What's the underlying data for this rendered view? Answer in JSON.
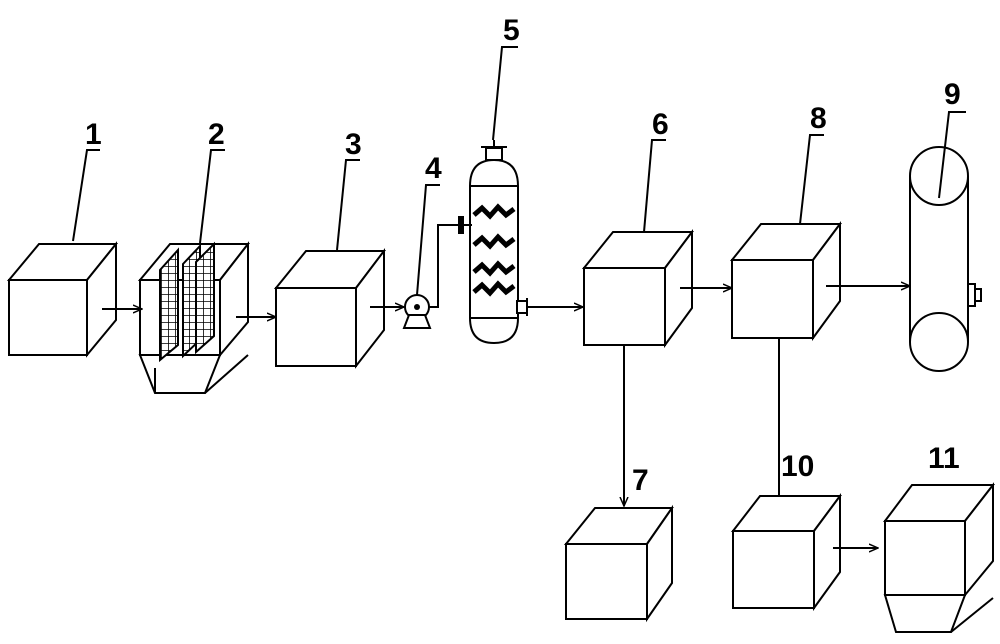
{
  "components": [
    {
      "id": "1",
      "label": "1",
      "shape": "box"
    },
    {
      "id": "2",
      "label": "2",
      "shape": "grid-tank"
    },
    {
      "id": "3",
      "label": "3",
      "shape": "box"
    },
    {
      "id": "4",
      "label": "4",
      "shape": "pump"
    },
    {
      "id": "5",
      "label": "5",
      "shape": "column-vessel"
    },
    {
      "id": "6",
      "label": "6",
      "shape": "box"
    },
    {
      "id": "7",
      "label": "7",
      "shape": "box"
    },
    {
      "id": "8",
      "label": "8",
      "shape": "box"
    },
    {
      "id": "9",
      "label": "9",
      "shape": "horizontal-cylinder"
    },
    {
      "id": "10",
      "label": "10",
      "shape": "box"
    },
    {
      "id": "11",
      "label": "11",
      "shape": "hopper-tank"
    }
  ],
  "flows": [
    {
      "from": "1",
      "to": "2"
    },
    {
      "from": "2",
      "to": "3"
    },
    {
      "from": "3",
      "to": "4"
    },
    {
      "from": "4",
      "to": "5"
    },
    {
      "from": "5",
      "to": "6"
    },
    {
      "from": "6",
      "to": "8"
    },
    {
      "from": "8",
      "to": "9"
    },
    {
      "from": "6",
      "to": "7"
    },
    {
      "from": "8",
      "to": "10"
    },
    {
      "from": "10",
      "to": "11"
    }
  ],
  "colors": {
    "stroke": "#000000",
    "background": "#ffffff"
  }
}
